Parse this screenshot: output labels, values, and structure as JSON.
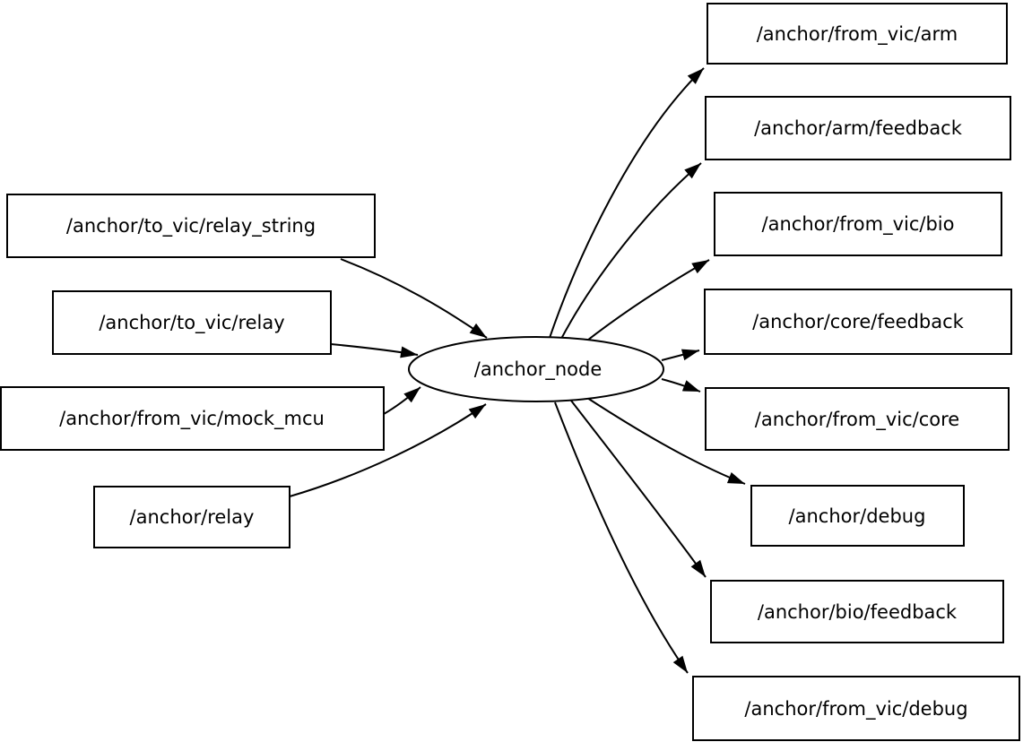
{
  "diagram": {
    "type": "node-graph",
    "background_color": "#ffffff",
    "node_fill": "#ffffff",
    "node_stroke": "#000000",
    "text_color": "#000000",
    "center_node": {
      "label": "/anchor_node",
      "shape": "ellipse"
    },
    "left_nodes": [
      {
        "label": "/anchor/to_vic/relay_string"
      },
      {
        "label": "/anchor/to_vic/relay"
      },
      {
        "label": "/anchor/from_vic/mock_mcu"
      },
      {
        "label": "/anchor/relay"
      }
    ],
    "right_nodes": [
      {
        "label": "/anchor/from_vic/arm"
      },
      {
        "label": "/anchor/arm/feedback"
      },
      {
        "label": "/anchor/from_vic/bio"
      },
      {
        "label": "/anchor/core/feedback"
      },
      {
        "label": "/anchor/from_vic/core"
      },
      {
        "label": "/anchor/debug"
      },
      {
        "label": "/anchor/bio/feedback"
      },
      {
        "label": "/anchor/from_vic/debug"
      }
    ],
    "edges": [
      {
        "from": "/anchor/to_vic/relay_string",
        "to": "/anchor_node"
      },
      {
        "from": "/anchor/to_vic/relay",
        "to": "/anchor_node"
      },
      {
        "from": "/anchor/from_vic/mock_mcu",
        "to": "/anchor_node"
      },
      {
        "from": "/anchor/relay",
        "to": "/anchor_node"
      },
      {
        "from": "/anchor_node",
        "to": "/anchor/from_vic/arm"
      },
      {
        "from": "/anchor_node",
        "to": "/anchor/arm/feedback"
      },
      {
        "from": "/anchor_node",
        "to": "/anchor/from_vic/bio"
      },
      {
        "from": "/anchor_node",
        "to": "/anchor/core/feedback"
      },
      {
        "from": "/anchor_node",
        "to": "/anchor/from_vic/core"
      },
      {
        "from": "/anchor_node",
        "to": "/anchor/debug"
      },
      {
        "from": "/anchor_node",
        "to": "/anchor/bio/feedback"
      },
      {
        "from": "/anchor_node",
        "to": "/anchor/from_vic/debug"
      }
    ]
  }
}
